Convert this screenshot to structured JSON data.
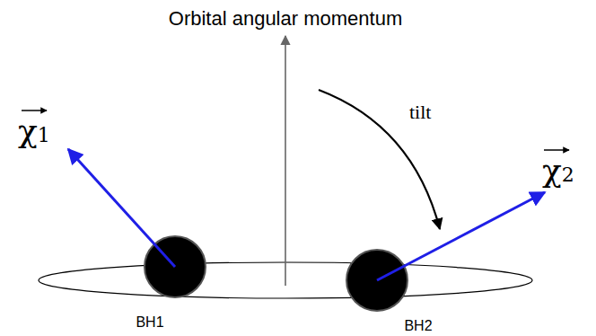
{
  "diagram": {
    "nodes": [
      {
        "text": [
          "BH1"
        ]
      },
      {
        "text": [
          "BH2"
        ]
      }
    ],
    "labels": [
      "Orbital angular momentum",
      "χ1",
      "tilt",
      "χ2"
    ]
  }
}
